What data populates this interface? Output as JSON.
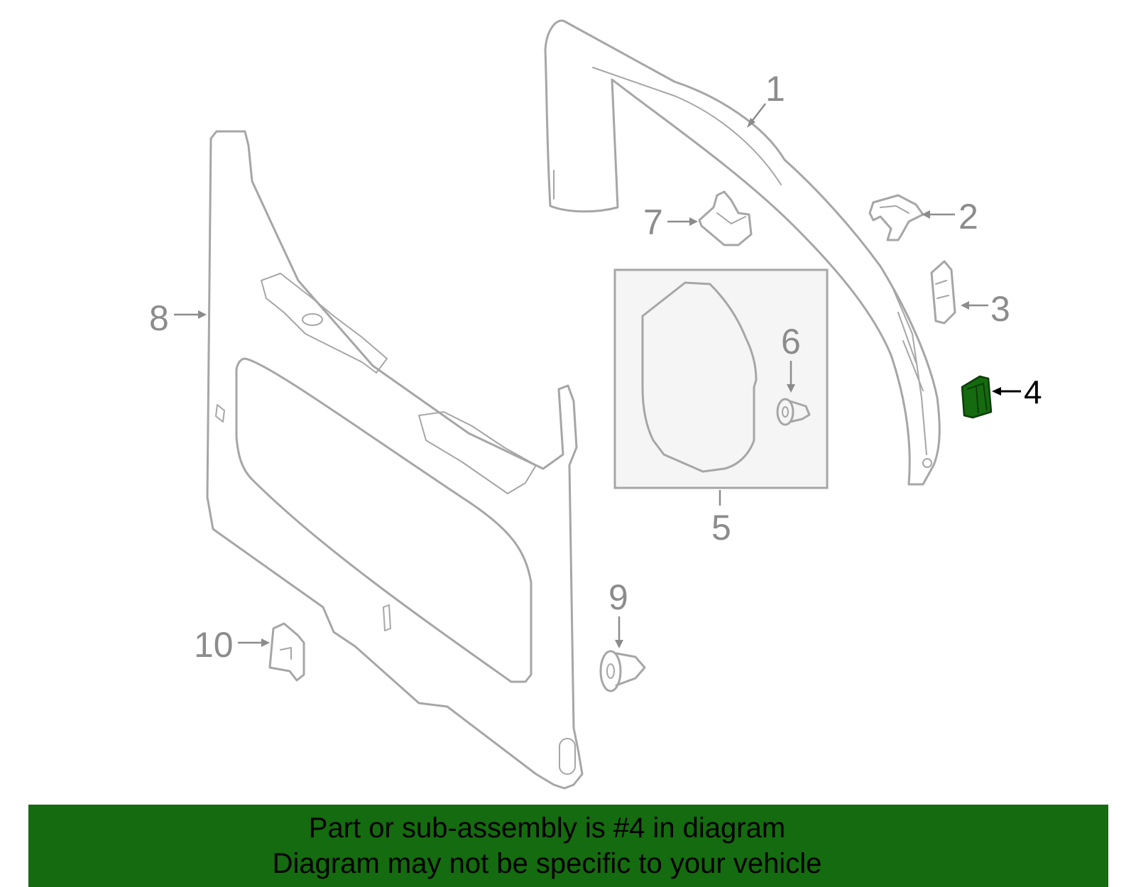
{
  "diagram": {
    "highlighted_part": "4",
    "highlight_color": "#156b0f",
    "line_color": "#a6a6a6",
    "callouts": [
      "1",
      "2",
      "3",
      "4",
      "5",
      "6",
      "7",
      "8",
      "9",
      "10"
    ]
  },
  "banner": {
    "background": "#156b0f",
    "line1": "Part or sub-assembly is #4 in diagram",
    "line2": "Diagram may not be specific to your vehicle"
  }
}
